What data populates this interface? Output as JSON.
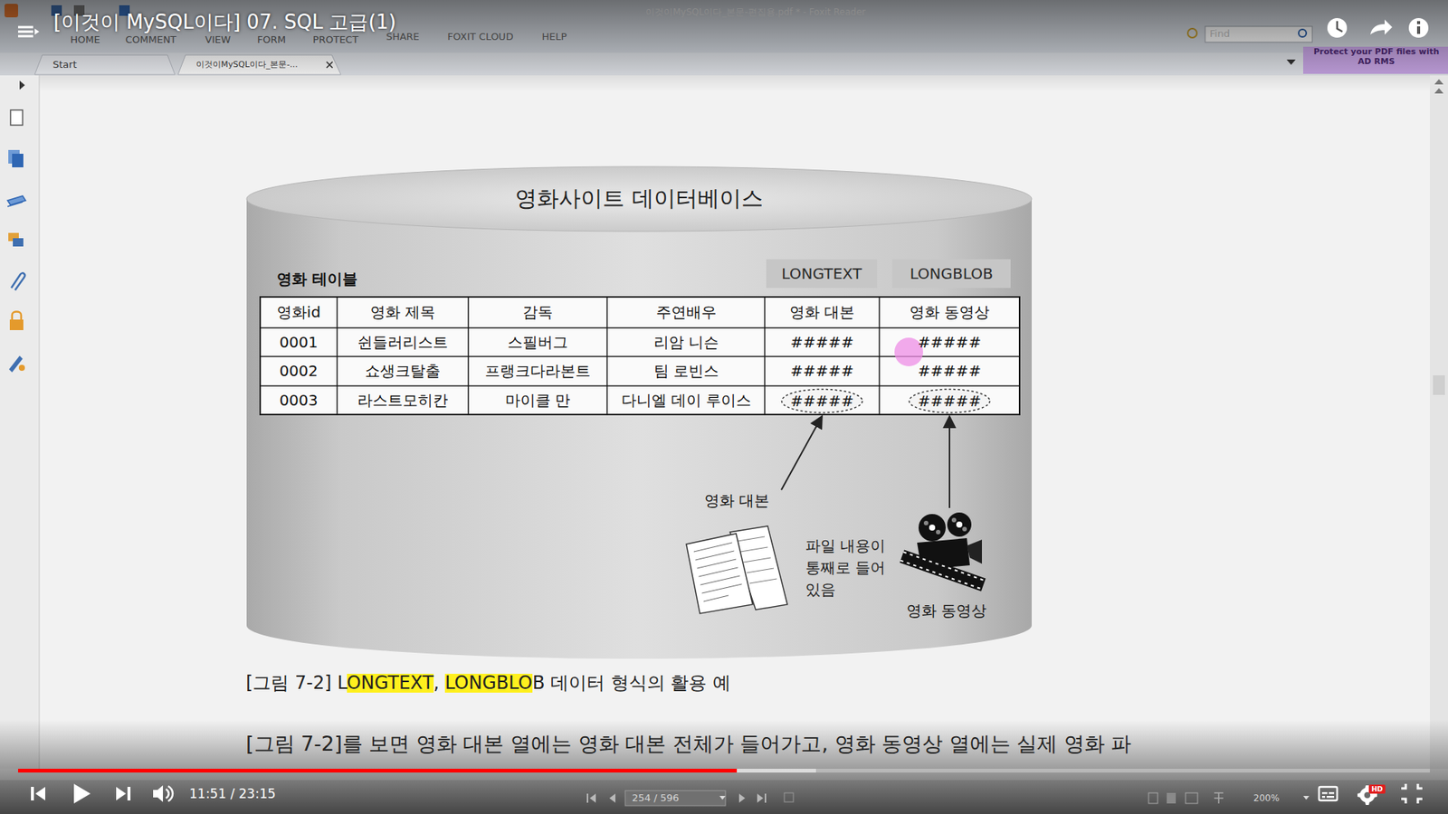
{
  "diagram": {
    "title": "[이것이 MySQL이다] 07. SQL 고급(1)",
    "caption": "[그림 7-2] LONGTEXT, LONGBLOB 데이터 형식의 활용 예",
    "nodes": [
      {
        "text": [
          "영화사이트 데이터베이스"
        ]
      },
      {
        "text": [
          "LONGTEXT"
        ],
        "in": 0
      },
      {
        "text": [
          "LONGBLOB"
        ],
        "in": 0
      },
      {
        "text": [
          "#####"
        ],
        "in": 0
      },
      {
        "text": [
          "#####"
        ],
        "in": 0
      },
      {
        "text": [
          "영화 대본"
        ],
        "in": 0
      },
      {
        "text": [
          "영화 동영상"
        ],
        "in": 0
      }
    ],
    "edges": [
      {
        "from": 5,
        "to": 3,
        "arrow": "to"
      },
      {
        "from": 6,
        "to": 4,
        "arrow": "to"
      }
    ],
    "labels": [
      "이것이MySQL이다_본문-편집용.pdf * - Foxit Reader",
      "HOME",
      "COMMENT",
      "VIEW",
      "FORM",
      "PROTECT",
      "SHARE",
      "FOXIT CLOUD",
      "HELP",
      "Start",
      "이것이MySQL이다_본문-...",
      "Find",
      "Protect your PDF files with AD RMS",
      "영화 테이블",
      "영화id",
      "영화 제목",
      "감독",
      "주연배우",
      "영화 대본",
      "영화 동영상",
      "0001",
      "쉰들러리스트",
      "스필버그",
      "리암 니슨",
      "#####",
      "#####",
      "0002",
      "쇼생크탈출",
      "프랭크다라본트",
      "팀 로빈스",
      "#####",
      "#####",
      "0003",
      "라스트모히칸",
      "마이클 만",
      "다니엘 데이 루이스",
      "파일 내용이 통째로 들어 있음",
      "[그림 7-2]를 보면 영화 대본 열에는 영화 대본 전체가 들어가고, 영화 동영상 열에는 실제 영화 파",
      "11:51 / 23:15",
      "254 / 596",
      "200%",
      "HD"
    ]
  }
}
